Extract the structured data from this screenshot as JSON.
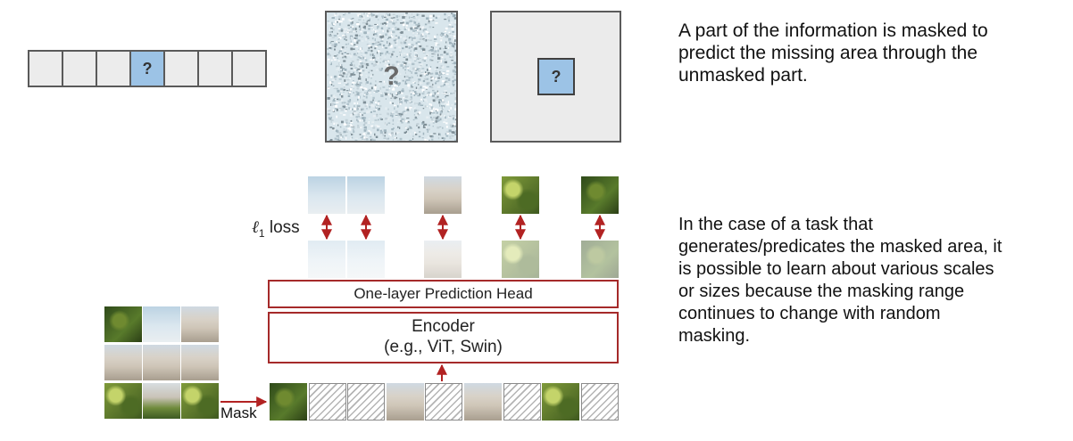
{
  "top_row": {
    "sequence_tokens": [
      "",
      "",
      "",
      "?",
      "",
      "",
      ""
    ],
    "masked_index": 3,
    "noise_box_mark": "?",
    "block_box_mark": "?"
  },
  "descriptions": {
    "top": "A part of the information is masked to\npredict the missing area through the\nunmasked part.",
    "bottom": "In the case of a task that\ngenerates/predicates the masked area, it\nis possible to learn about various scales\nor sizes because the masking range\ncontinues to change with random\nmasking."
  },
  "diagram": {
    "loss_symbol": "ℓ",
    "loss_subscript": "1",
    "loss_word": "loss",
    "prediction_head": "One-layer Prediction Head",
    "encoder_line1": "Encoder",
    "encoder_line2": "(e.g., ViT, Swin)",
    "mask_label": "Mask",
    "token_sequence": [
      "image",
      "masked",
      "masked",
      "image",
      "masked",
      "image",
      "masked",
      "image",
      "masked"
    ]
  },
  "colors": {
    "masked_cell": "#9cc3e6",
    "cell": "#ececec",
    "box_border": "#a52a2a",
    "arrow": "#b22222"
  }
}
